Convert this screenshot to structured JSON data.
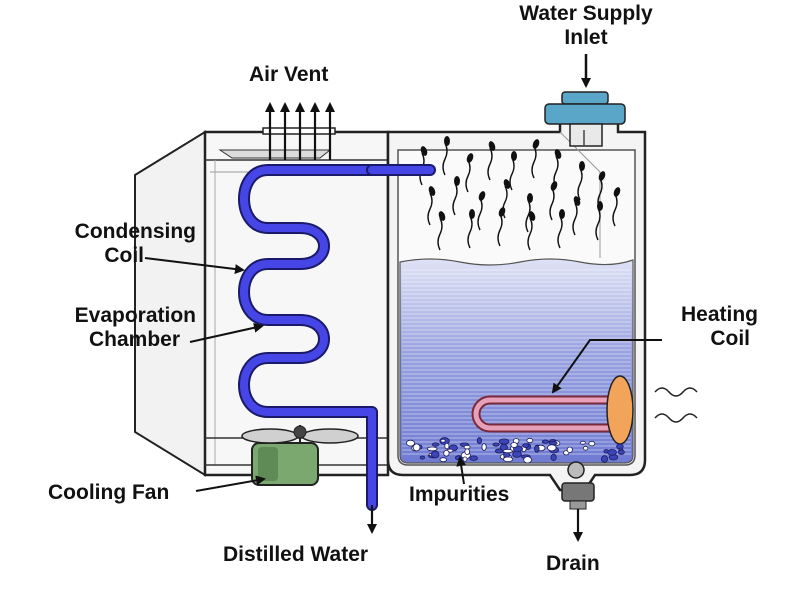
{
  "labels": {
    "water_supply_inlet": [
      "Water Supply",
      "Inlet"
    ],
    "air_vent": "Air Vent",
    "condensing_coil": [
      "Condensing",
      "Coil"
    ],
    "evaporation_chamber": [
      "Evaporation",
      "Chamber"
    ],
    "heating_coil": [
      "Heating",
      "Coil"
    ],
    "cooling_fan": "Cooling Fan",
    "impurities": "Impurities",
    "distilled_water": "Distilled Water",
    "drain": "Drain"
  },
  "colors": {
    "coil_blue": "#4646e6",
    "water_blue": "#8f99dd",
    "heating_coil": "#e6a0b8",
    "fan_green": "#7aa86e",
    "inlet_teal": "#5aa6c8",
    "element_orange": "#f1a45a"
  }
}
